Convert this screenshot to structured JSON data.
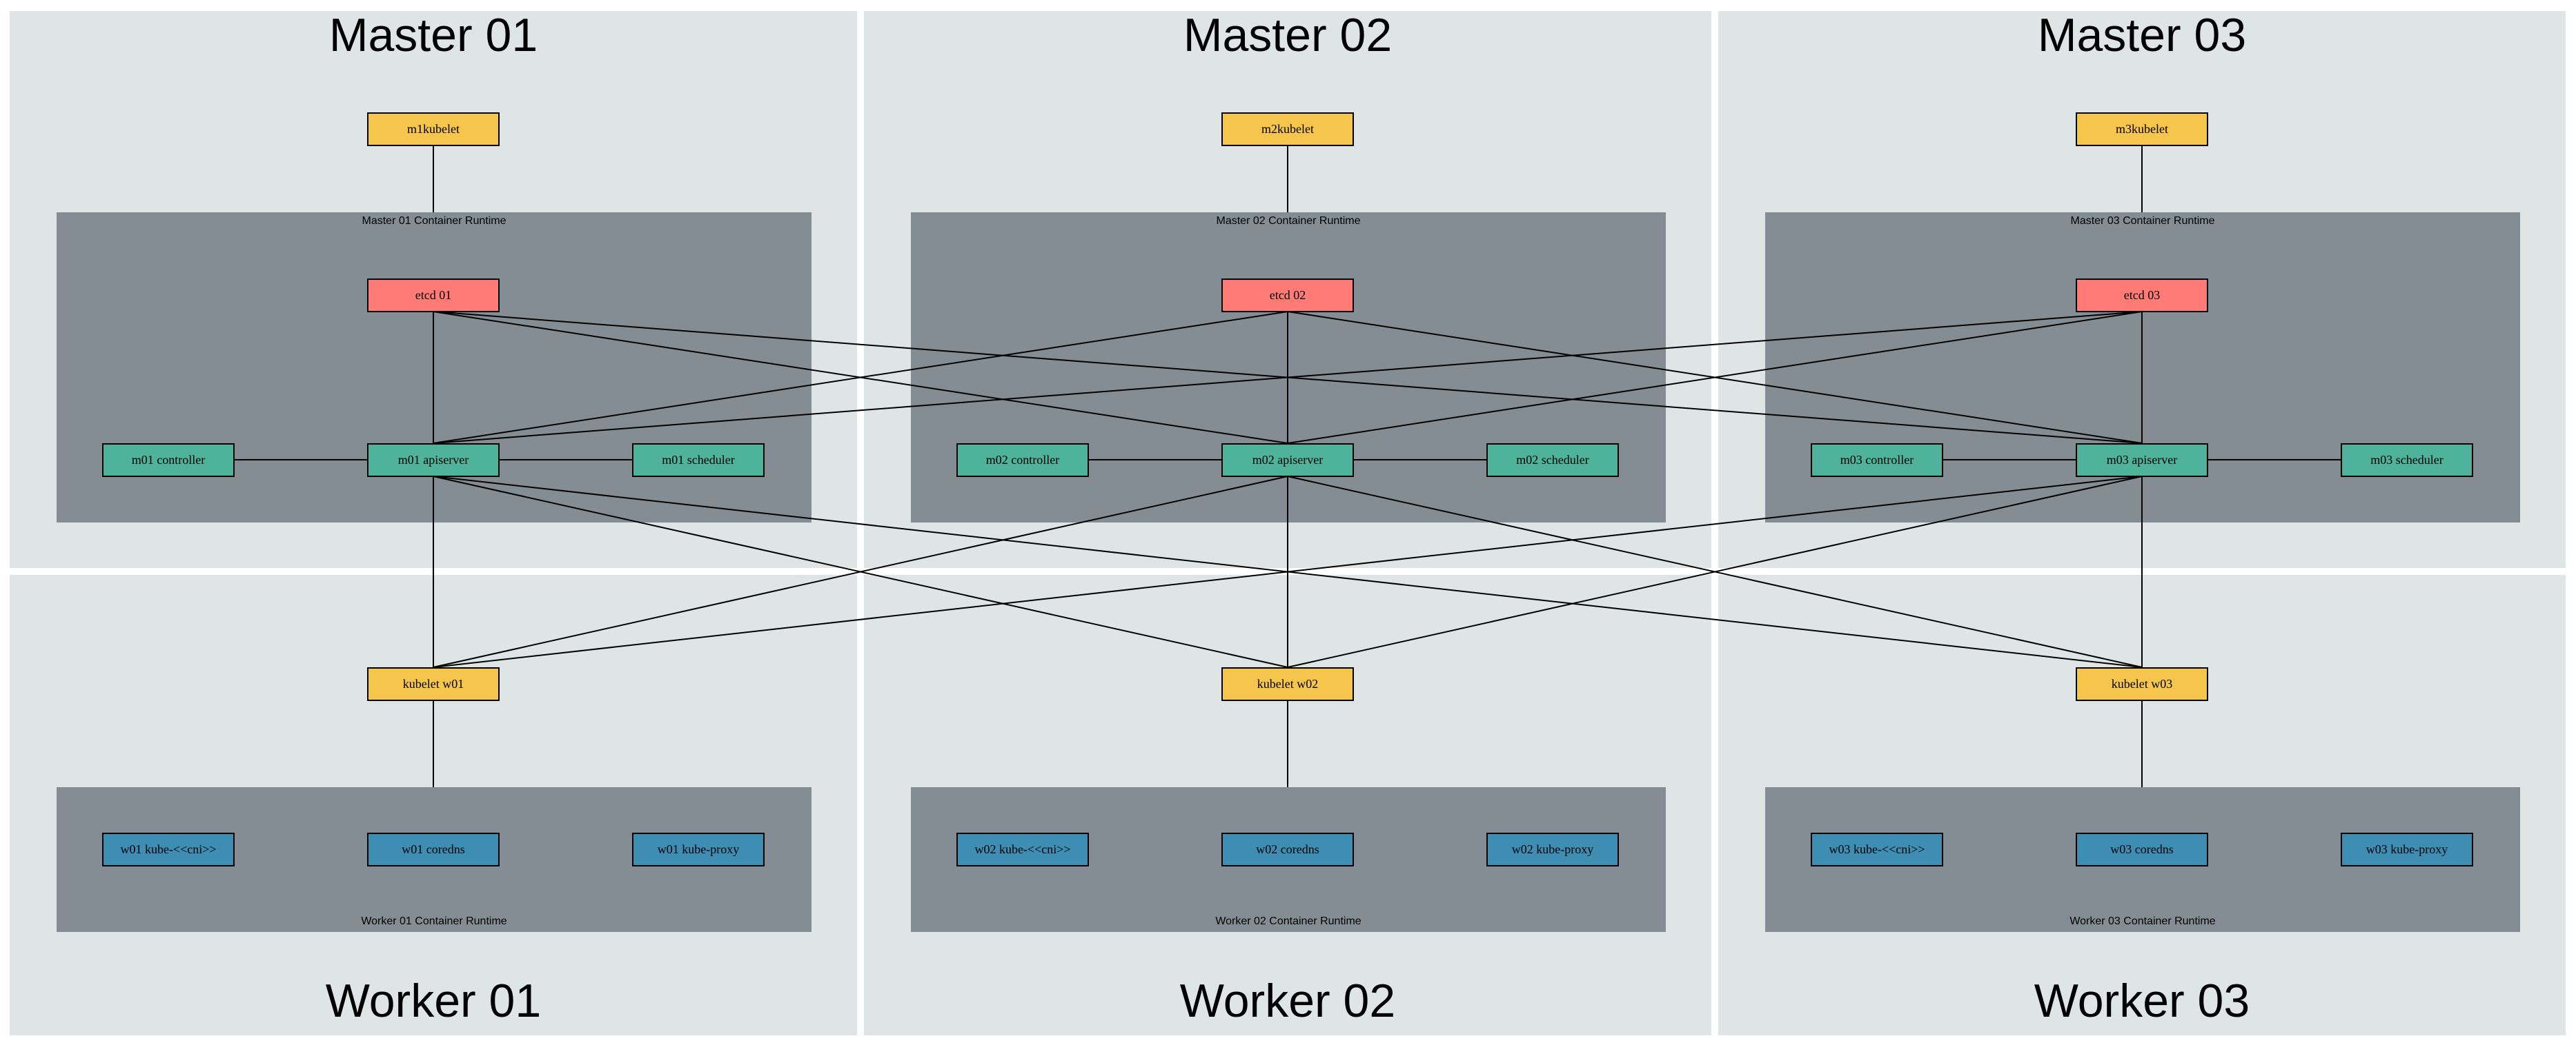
{
  "colors": {
    "region_bg": "#dfe5e5",
    "runtime_bg": "#838d93",
    "kubelet": "#f6c54b",
    "etcd": "#ff7b76",
    "control": "#4fb29b",
    "worker_pod": "#3e8eb4",
    "edge": "#000000"
  },
  "masters": [
    {
      "title": "Master 01",
      "runtime_label": "Master 01 Container Runtime",
      "kubelet": "m1kubelet",
      "etcd": "etcd 01",
      "controller": "m01 controller",
      "apiserver": "m01 apiserver",
      "scheduler": "m01 scheduler"
    },
    {
      "title": "Master 02",
      "runtime_label": "Master 02 Container Runtime",
      "kubelet": "m2kubelet",
      "etcd": "etcd 02",
      "controller": "m02 controller",
      "apiserver": "m02 apiserver",
      "scheduler": "m02 scheduler"
    },
    {
      "title": "Master 03",
      "runtime_label": "Master 03 Container Runtime",
      "kubelet": "m3kubelet",
      "etcd": "etcd 03",
      "controller": "m03 controller",
      "apiserver": "m03 apiserver",
      "scheduler": "m03 scheduler"
    }
  ],
  "workers": [
    {
      "title": "Worker 01",
      "runtime_label": "Worker 01 Container Runtime",
      "kubelet": "kubelet w01",
      "cni": "w01 kube-<<cni>>",
      "coredns": "w01 coredns",
      "proxy": "w01 kube-proxy"
    },
    {
      "title": "Worker 02",
      "runtime_label": "Worker 02 Container Runtime",
      "kubelet": "kubelet w02",
      "cni": "w02 kube-<<cni>>",
      "coredns": "w02 coredns",
      "proxy": "w02 kube-proxy"
    },
    {
      "title": "Worker 03",
      "runtime_label": "Worker 03 Container Runtime",
      "kubelet": "kubelet w03",
      "cni": "w03 kube-<<cni>>",
      "coredns": "w03 coredns",
      "proxy": "w03 kube-proxy"
    }
  ]
}
